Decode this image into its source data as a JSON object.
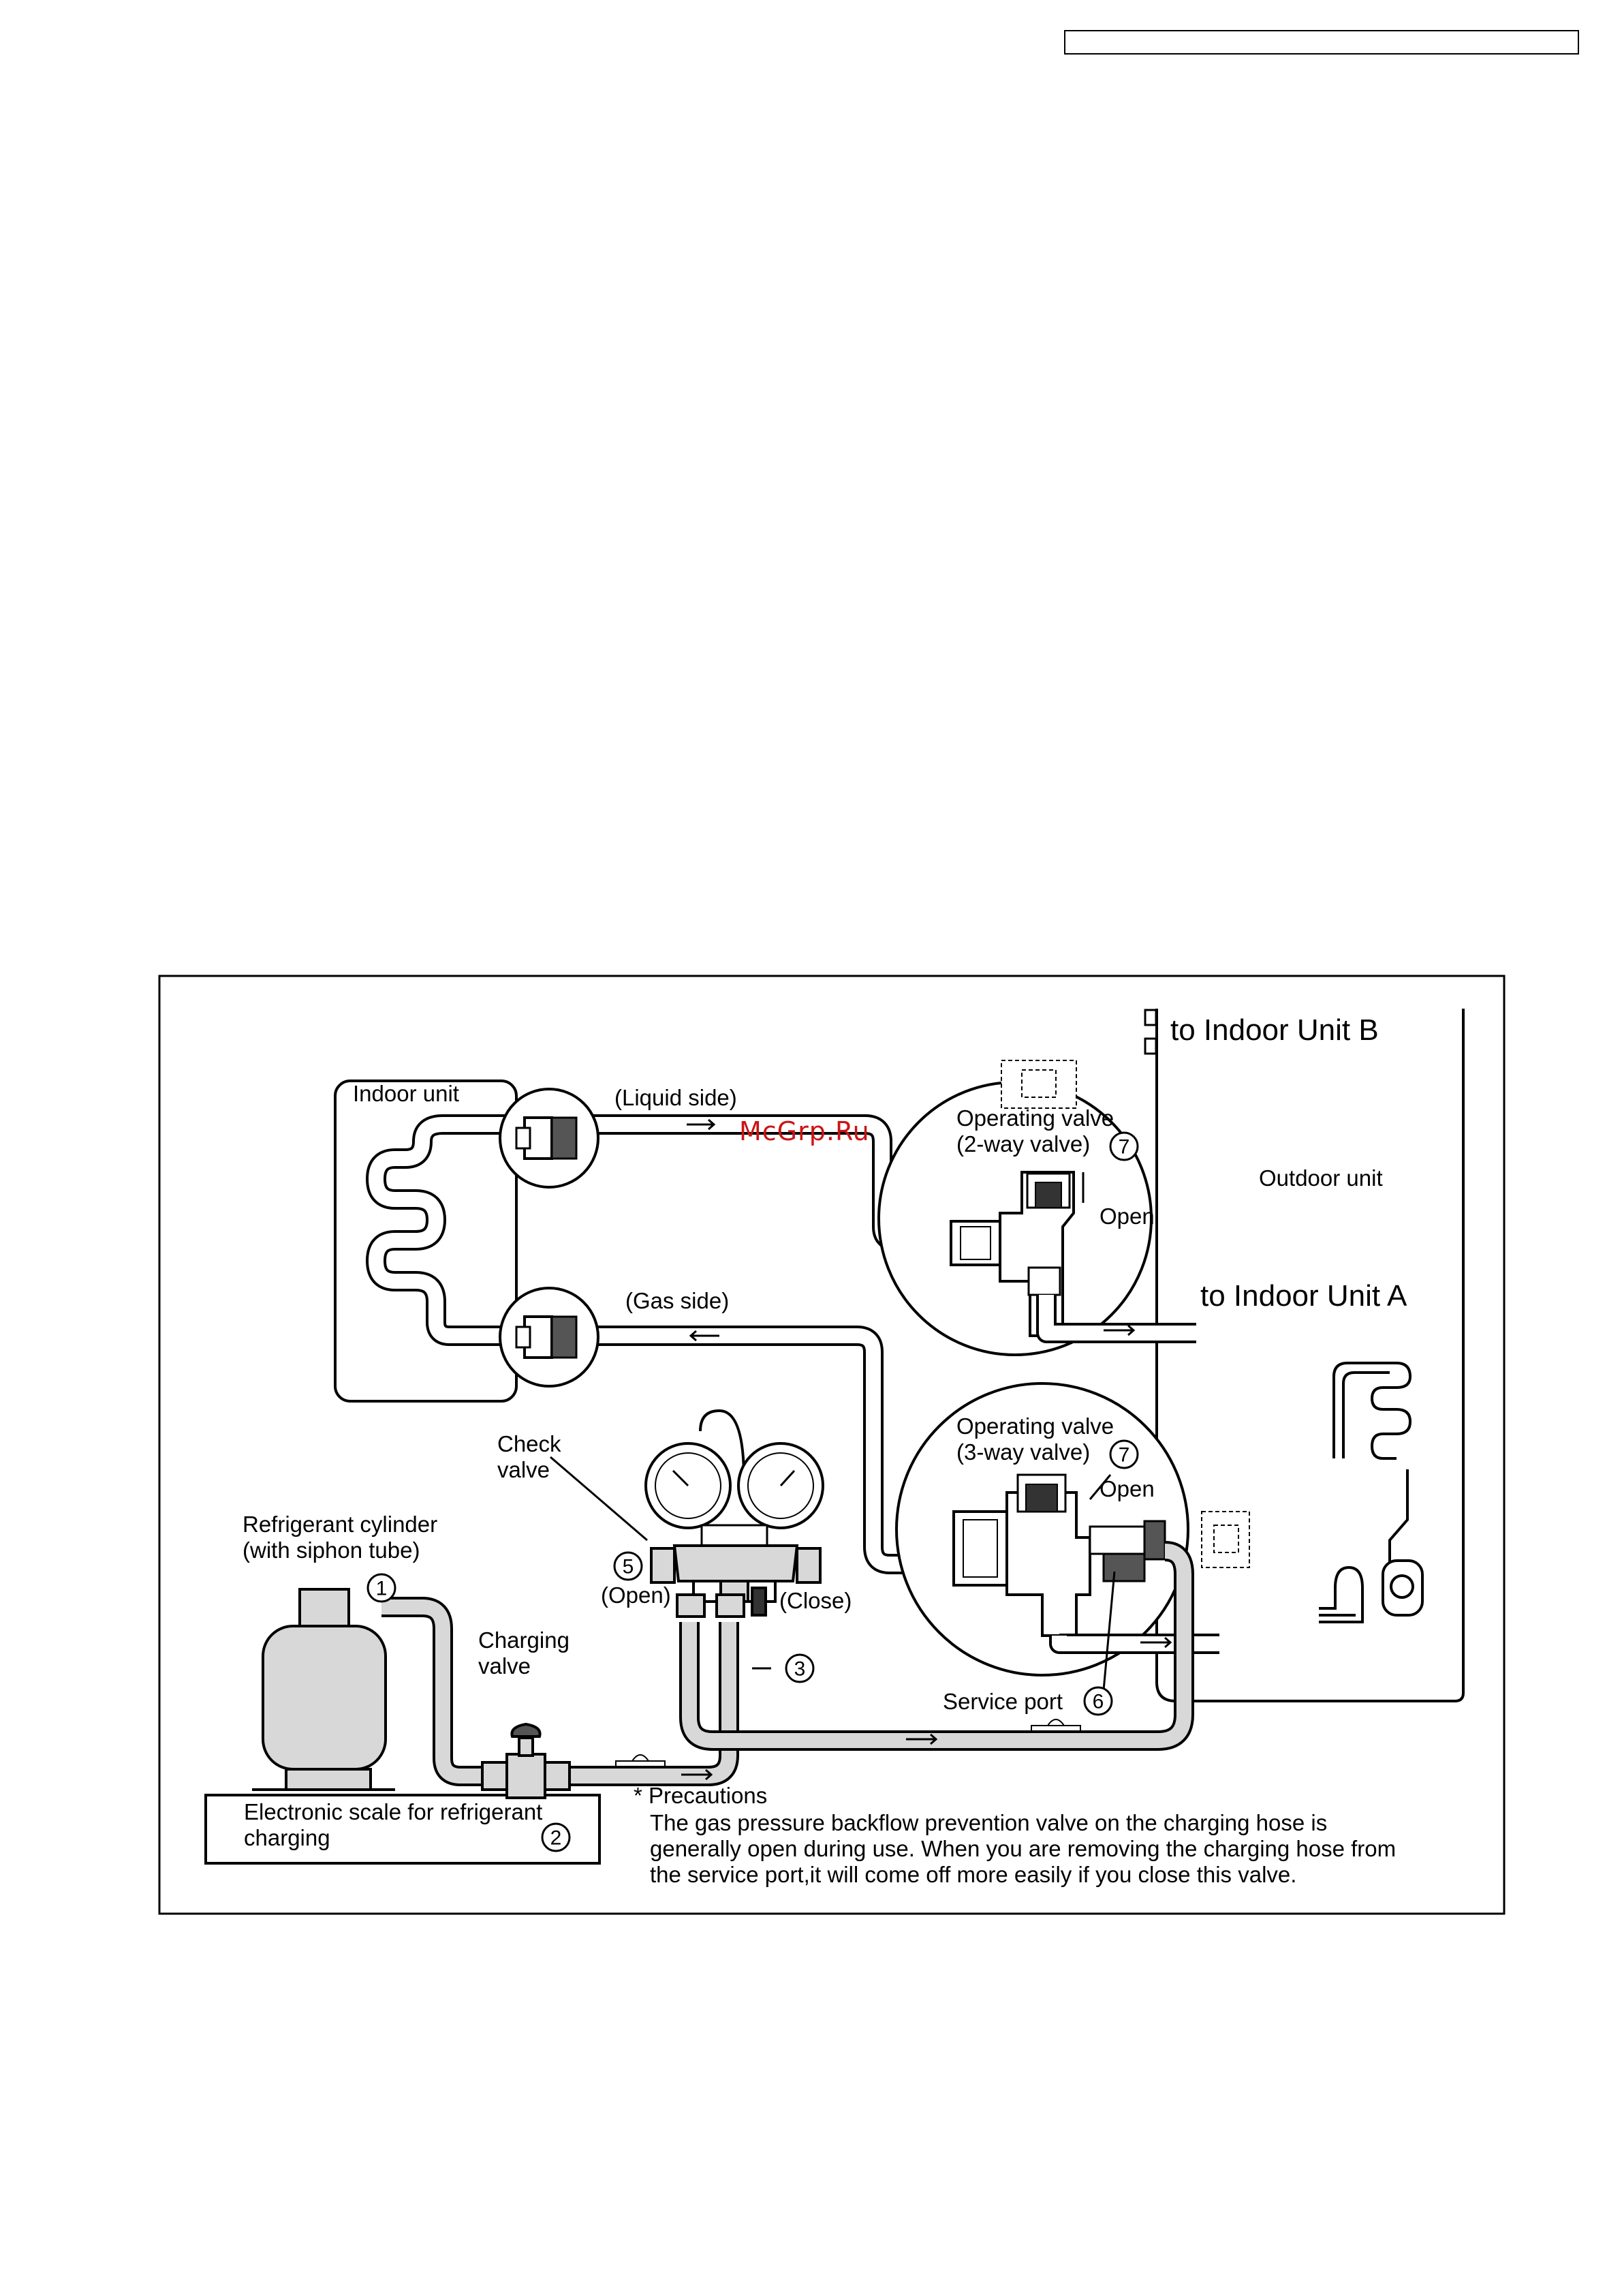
{
  "header": {
    "box_text": ""
  },
  "watermark": "McGrp.Ru",
  "diagram": {
    "labels": {
      "indoor_unit": "Indoor unit",
      "liquid_side": "(Liquid side)",
      "gas_side": "(Gas side)",
      "to_indoor_b": "to Indoor Unit  B",
      "to_indoor_a": "to Indoor Unit  A",
      "outdoor_unit": "Outdoor unit",
      "op_valve_2way_line1": "Operating valve",
      "op_valve_2way_line2": "(2-way valve)",
      "open_2way": "Open",
      "op_valve_3way_line1": "Operating valve",
      "op_valve_3way_line2": "(3-way valve)",
      "open_3way": "Open",
      "check_valve_line1": "Check",
      "check_valve_line2": "valve",
      "refrigerant_cylinder_line1": "Refrigerant cylinder",
      "refrigerant_cylinder_line2": "(with siphon tube)",
      "charging_valve_line1": "Charging",
      "charging_valve_line2": "valve",
      "open_gauge": "(Open)",
      "close_gauge": "(Close)",
      "service_port": "Service port",
      "scale_line1": "Electronic scale for refrigerant",
      "scale_line2": "charging"
    },
    "numbers": {
      "n1": "1",
      "n2": "2",
      "n3": "3",
      "n5": "5",
      "n6": "6",
      "n7a": "7",
      "n7b": "7"
    },
    "precautions": {
      "title": "* Precautions",
      "line1": "The gas pressure backflow prevention valve on the charging hose is",
      "line2": "generally open during use. When you are removing the charging hose from",
      "line3": "the service port,it will come off more easily if you close this valve."
    }
  }
}
